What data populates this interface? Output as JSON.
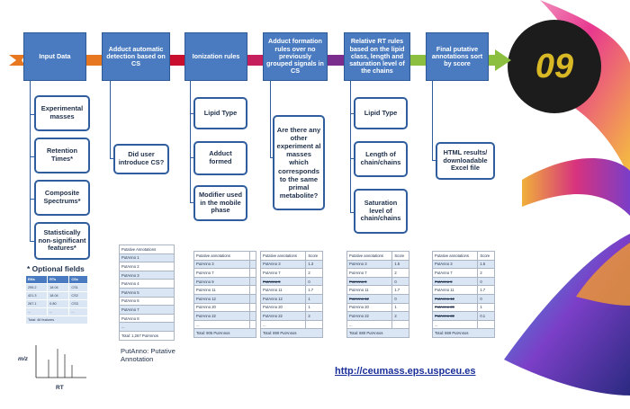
{
  "steps": [
    {
      "label": "Input Data"
    },
    {
      "label": "Adduct automatic detection based on CS"
    },
    {
      "label": "Ionization rules"
    },
    {
      "label": "Adduct formation rules over no previously grouped signals in CS"
    },
    {
      "label": "Relative RT rules based on the lipid class, length and saturation level of the chains"
    },
    {
      "label": "Final putative annotations sort by score"
    }
  ],
  "input_items": [
    "Experimental masses",
    "Retention Times*",
    "Composite Spectrums*",
    "Statistically non-significant features*"
  ],
  "cs_question": "Did user introduce CS?",
  "ionization_items": [
    "Lipid Type",
    "Adduct formed",
    "Modifier used in the mobile phase"
  ],
  "adduct_question": "Are there any other experiment al masses which corresponds to the same primal metabolite?",
  "rt_items": [
    "Lipid Type",
    "Length of chain/chains",
    "Saturation level of chain/chains"
  ],
  "final_item": "HTML results/ downloadable Excel file",
  "optional_note": "* Optional fields",
  "cs_table": {
    "headers": [
      "EMs",
      "RTs",
      "CSs"
    ],
    "rows": [
      [
        "295.2",
        "18.04",
        "CS1"
      ],
      [
        "421.3",
        "18.04",
        "CS2"
      ],
      [
        "267.1",
        "0.80",
        "CS3"
      ],
      [
        "...",
        "...",
        "..."
      ]
    ],
    "total": "Total: 46 features"
  },
  "axis": {
    "y": "m/z",
    "x": "RT"
  },
  "putanno_list": {
    "header": "Putative Annotations",
    "rows": [
      "PutAnno 1",
      "PutAnno 2",
      "PutAnno 3",
      "PutAnno 4",
      "PutAnno 5",
      "PutAnno 6",
      "PutAnno 7",
      "PutAnno 8",
      "..."
    ],
    "total": "Total: 1,267 PutAnnos"
  },
  "putanno_legend": "PutAnno: Putative Annotation",
  "tables": [
    {
      "h1": "Putative annotations",
      "h2": "",
      "rows": [
        [
          "PutAnno 3",
          ""
        ],
        [
          "PutAnno 7",
          ""
        ],
        [
          "PutAnno 9",
          ""
        ],
        [
          "PutAnno 11",
          ""
        ],
        [
          "PutAnno 12",
          ""
        ],
        [
          "PutAnno 20",
          ""
        ],
        [
          "PutAnno 22",
          ""
        ],
        [
          "...",
          ""
        ]
      ],
      "total": "Total: 905 PutAnnos"
    },
    {
      "h1": "Putative annotations",
      "h2": "Score",
      "rows": [
        [
          "PutAnno 3",
          "1.3"
        ],
        [
          "PutAnno 7",
          "2"
        ],
        [
          "PutAnno 9",
          "0"
        ],
        [
          "PutAnno 11",
          "1.7"
        ],
        [
          "PutAnno 12",
          "1"
        ],
        [
          "PutAnno 20",
          "1"
        ],
        [
          "PutAnno 22",
          "2"
        ],
        [
          "...",
          ""
        ]
      ],
      "total": "Total: 890 PutAnnos"
    },
    {
      "h1": "Putative annotations",
      "h2": "Score",
      "rows": [
        [
          "PutAnno 3",
          "1.5"
        ],
        [
          "PutAnno 7",
          "2"
        ],
        [
          "PutAnno 9",
          "0"
        ],
        [
          "PutAnno 11",
          "1.7"
        ],
        [
          "PutAnno 12",
          "0"
        ],
        [
          "PutAnno 20",
          "1"
        ],
        [
          "PutAnno 22",
          "2"
        ],
        [
          "...",
          ""
        ]
      ],
      "total": "Total: 880 PutAnnos"
    },
    {
      "h1": "Putative annotations",
      "h2": "Score",
      "rows": [
        [
          "PutAnno 3",
          "1.5"
        ],
        [
          "PutAnno 7",
          "2"
        ],
        [
          "PutAnno 9",
          "0"
        ],
        [
          "PutAnno 11",
          "1.7"
        ],
        [
          "PutAnno 12",
          "0"
        ],
        [
          "PutAnno 20",
          "1"
        ],
        [
          "PutAnno 22",
          "0.1"
        ],
        [
          "...",
          ""
        ]
      ],
      "total": "Total: 869 PutAnnos"
    }
  ],
  "url": "http://ceumass.eps.uspceu.es",
  "badge": "09",
  "colors": {
    "step": "#4a7bc0",
    "badge_bg": "#1c1c1c",
    "badge_text": "#d9b825",
    "url": "#1a2f9a"
  }
}
